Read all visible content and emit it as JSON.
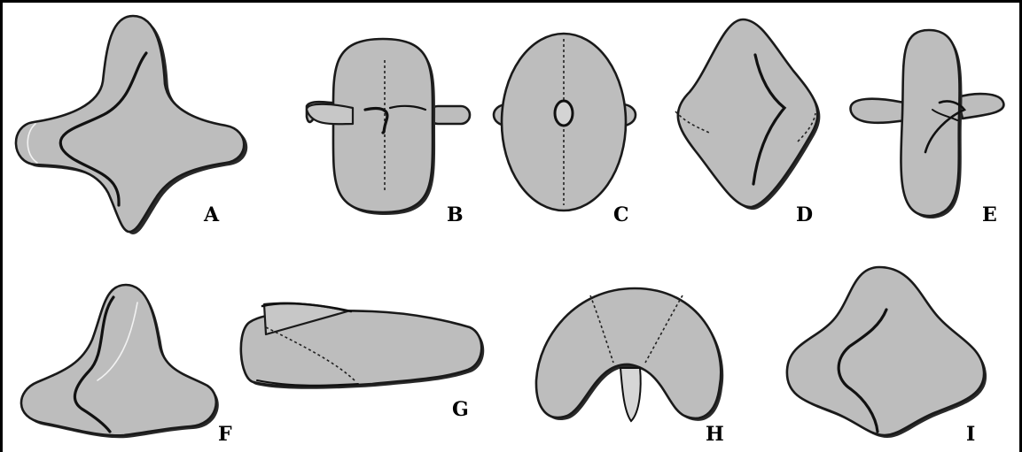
{
  "panels": [
    {
      "id": "a",
      "label": "A"
    },
    {
      "id": "b",
      "label": "B"
    },
    {
      "id": "c",
      "label": "C"
    },
    {
      "id": "d",
      "label": "D"
    },
    {
      "id": "e",
      "label": "E"
    },
    {
      "id": "f",
      "label": "F"
    },
    {
      "id": "g",
      "label": "G"
    },
    {
      "id": "h",
      "label": "H"
    },
    {
      "id": "i",
      "label": "I"
    }
  ],
  "colors": {
    "fill": "#bdbdbd",
    "outline": "#1a1a1a",
    "frame": "#000000",
    "background": "#ffffff"
  }
}
